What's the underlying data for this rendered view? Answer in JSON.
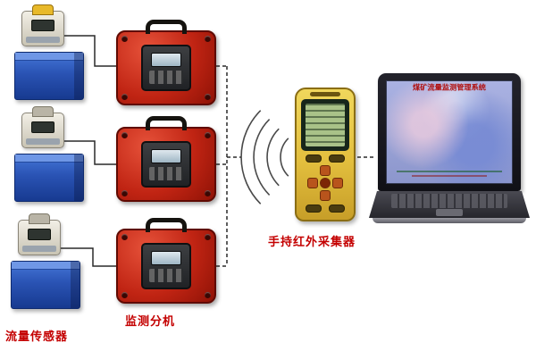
{
  "diagram": {
    "labels": {
      "flow_sensor": "流量传感器",
      "monitor_unit": "监测分机",
      "handheld_collector": "手持红外采集器"
    },
    "laptop": {
      "screen_title": "煤矿流量监测管理系统"
    },
    "counts": {
      "flow_sensors": 3,
      "monitor_units": 3
    },
    "connections": [
      "flow-sensor-1 — monitor-unit-1",
      "flow-sensor-2 — monitor-unit-2",
      "flow-sensor-3 — monitor-unit-3",
      "monitor-units — handheld-collector (wireless/infrared signal)",
      "handheld-collector — laptop"
    ],
    "colors": {
      "label_red": "#c40000",
      "case_red": "#c02413",
      "tank_blue": "#2a53b4",
      "handheld_yellow": "#e3bf3e",
      "lcd_green": "#a9c288",
      "screen_lavender": "#9aa4d4"
    }
  }
}
